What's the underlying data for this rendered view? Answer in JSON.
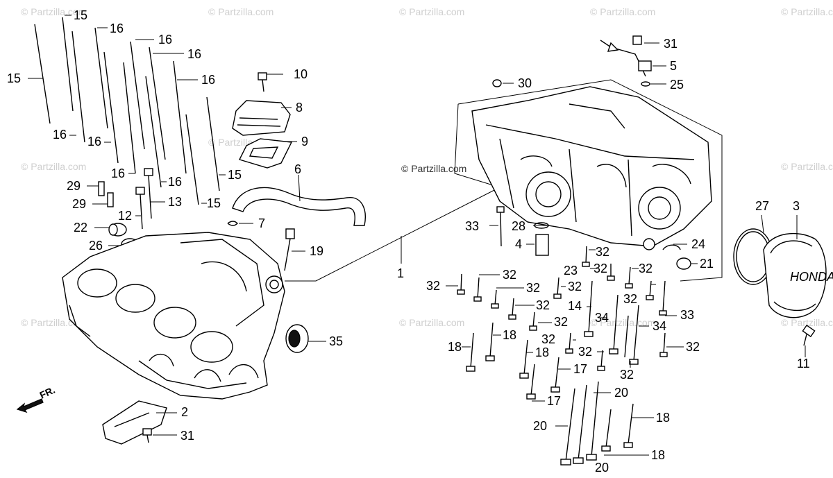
{
  "watermark": "© Partzilla.com",
  "callouts": {
    "c1": "1",
    "c2": "2",
    "c3": "3",
    "c4": "4",
    "c5": "5",
    "c6": "6",
    "c7": "7",
    "c8": "8",
    "c9": "9",
    "c10": "10",
    "c11": "11",
    "c12": "12",
    "c13": "13",
    "c14": "14",
    "c15": "15",
    "c16": "16",
    "c17": "17",
    "c18": "18",
    "c19": "19",
    "c20": "20",
    "c21": "21",
    "c22": "22",
    "c23": "23",
    "c24": "24",
    "c25": "25",
    "c26": "26",
    "c27": "27",
    "c28": "28",
    "c29": "29",
    "c30": "30",
    "c31": "31",
    "c32": "32",
    "c33": "33",
    "c34": "34",
    "c35": "35"
  },
  "direction": {
    "label": "FR."
  }
}
